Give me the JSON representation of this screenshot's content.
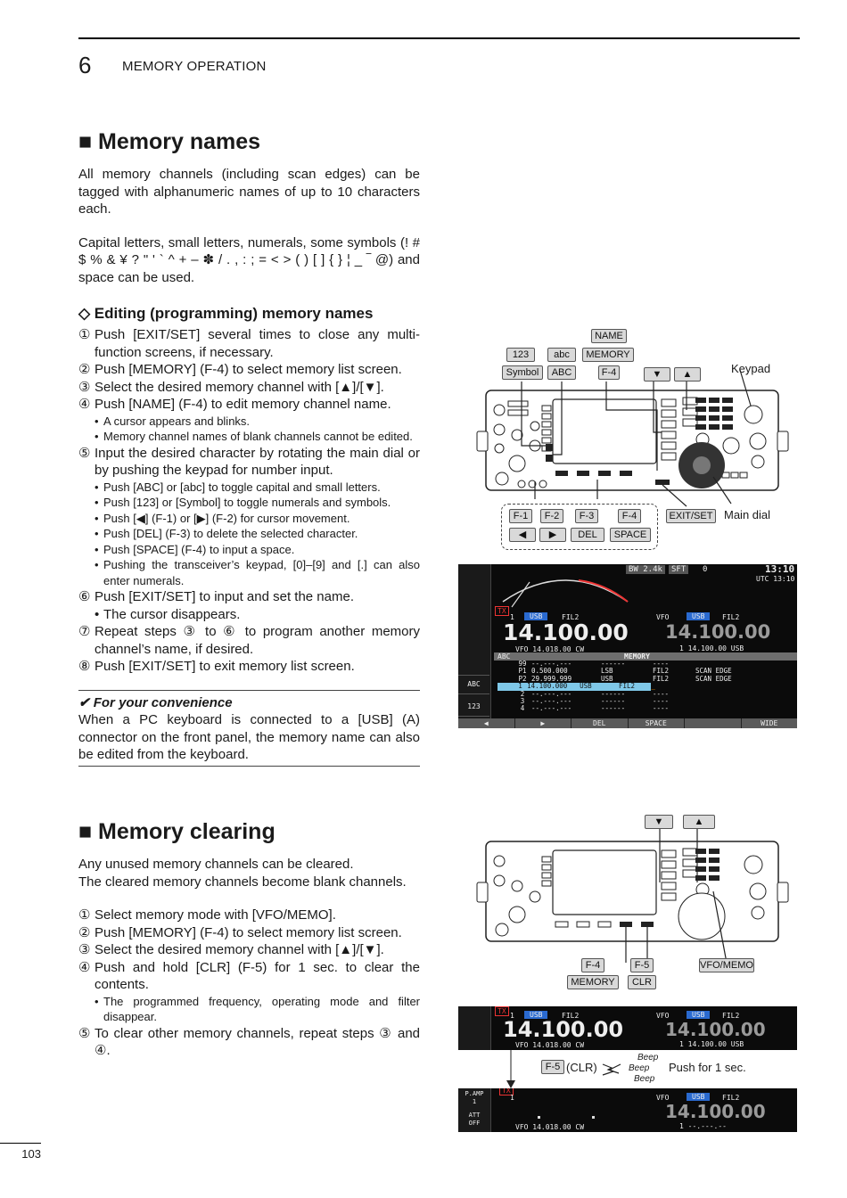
{
  "header": {
    "chapter_number": "6",
    "chapter_title": "MEMORY OPERATION"
  },
  "section1": {
    "title": "■ Memory names",
    "para1": "All memory channels (including scan edges) can be tagged with alphanumeric names of up to 10 characters each.",
    "para2": "Capital letters, small letters, numerals, some symbols (! # $ % & ¥ ? \" ' ` ^ + – ✽ / . , : ; = < > ( ) [ ] { } ¦ _ ‾ @) and space can be used.",
    "sub_title": "◇ Editing (programming) memory names",
    "steps": [
      {
        "num": "①",
        "text": "Push [EXIT/SET] several times to close any multi-function screens, if necessary."
      },
      {
        "num": "②",
        "text": "Push [MEMORY] (F-4) to select memory list screen."
      },
      {
        "num": "③",
        "text": "Select the desired memory channel with [▲]/[▼]."
      },
      {
        "num": "④",
        "text": "Push [NAME] (F-4) to edit memory channel name."
      },
      {
        "num": "⑤",
        "text": "Input the desired character by rotating the main dial or by pushing the keypad for number input."
      },
      {
        "num": "⑥",
        "text": "Push [EXIT/SET] to input and set the name."
      },
      {
        "num": "⑦",
        "text": "Repeat steps ③ to ⑥ to program another memory channel’s name, if desired."
      },
      {
        "num": "⑧",
        "text": "Push [EXIT/SET] to exit memory list screen."
      }
    ],
    "bullets4": [
      "A cursor appears and blinks.",
      "Memory channel names of blank channels cannot be edited."
    ],
    "bullets5": [
      "Push [ABC] or [abc] to toggle capital and small letters.",
      "Push [123] or [Symbol] to toggle numerals and symbols.",
      "Push [◀] (F-1) or [▶] (F-2) for cursor movement.",
      "Push [DEL] (F-3) to delete the selected character.",
      "Push [SPACE] (F-4) to input a space.",
      "Pushing the transceiver’s keypad, [0]–[9] and [.] can also enter numerals."
    ],
    "bullet6": "The cursor disappears.",
    "convenience_title": "✔ For your convenience",
    "convenience_text": "When a PC keyboard is connected to a [USB] (A) connector on the front panel, the memory name can also be edited from the keyboard."
  },
  "section2": {
    "title": "■ Memory clearing",
    "para1": "Any unused memory channels can be cleared.",
    "para2": "The cleared memory channels become blank channels.",
    "steps": [
      {
        "num": "①",
        "text": "Select memory mode with [VFO/MEMO]."
      },
      {
        "num": "②",
        "text": "Push [MEMORY] (F-4) to select memory list screen."
      },
      {
        "num": "③",
        "text": "Select the desired memory channel with [▲]/[▼]."
      },
      {
        "num": "④",
        "text": "Push and hold [CLR] (F-5) for 1 sec. to clear the contents."
      },
      {
        "num": "⑤",
        "text": "To clear other memory channels, repeat steps ③ and ④."
      }
    ],
    "bullet4": "The programmed frequency, operating mode and filter disappear."
  },
  "fig1": {
    "keys": {
      "k123": "123",
      "abc": "abc",
      "name": "NAME",
      "symbol": "Symbol",
      "ABC": "ABC",
      "memory": "MEMORY",
      "f4": "F-4",
      "down": "▼",
      "up": "▲"
    },
    "keypad_label": "Keypad",
    "main_dial_label": "Main dial",
    "bottom_keys": {
      "f1": "F-1",
      "f2": "F-2",
      "f3": "F-3",
      "f4": "F-4",
      "left": "◀",
      "right": "▶",
      "del": "DEL",
      "space": "SPACE",
      "exitset": "EXIT/SET"
    }
  },
  "lcd1": {
    "bw": "BW 2.4k",
    "sft": "SFT",
    "zero": "0",
    "time": "13:10",
    "utc": "UTC 13:10",
    "tx": "TX",
    "ch1": "1",
    "mode_usb": "USB",
    "fil2": "FIL2",
    "freq": "14.100.00",
    "sub": "VFO 14.018.00 CW",
    "vfo": "VFO",
    "usb_r": "USB",
    "fil2_r": "FIL2",
    "freq_r": "14.100.00",
    "sub_r": "1 14.100.00 USB",
    "abc_tag": "ABC",
    "memory_title": "MEMORY",
    "rows": [
      {
        "ch": "99",
        "freq": "--.---.---",
        "mode": "------",
        "fil": "----",
        "name": ""
      },
      {
        "ch": "P1",
        "freq": "0.500.000",
        "mode": "LSB",
        "fil": "FIL2",
        "name": "SCAN EDGE"
      },
      {
        "ch": "P2",
        "freq": "29.999.999",
        "mode": "USB",
        "fil": "FIL2",
        "name": "SCAN EDGE"
      },
      {
        "ch": "1",
        "freq": "14.100.000",
        "mode": "USB",
        "fil": "FIL2",
        "name": "_"
      },
      {
        "ch": "2",
        "freq": "--.---.---",
        "mode": "------",
        "fil": "----",
        "name": ""
      },
      {
        "ch": "3",
        "freq": "--.---.---",
        "mode": "------",
        "fil": "----",
        "name": ""
      },
      {
        "ch": "4",
        "freq": "--.---.---",
        "mode": "------",
        "fil": "----",
        "name": ""
      }
    ],
    "side_abc": "ABC",
    "side_123": "123",
    "fkeys": [
      "◀",
      "▶",
      "DEL",
      "SPACE",
      "",
      "WIDE"
    ]
  },
  "fig2": {
    "keys": {
      "down": "▼",
      "up": "▲",
      "f4": "F-4",
      "f5": "F-5",
      "vfomemo": "VFO/MEMO",
      "memory": "MEMORY",
      "clr": "CLR"
    }
  },
  "lcd2": {
    "tx": "TX",
    "ch1": "1",
    "usb": "USB",
    "fil2": "FIL2",
    "freq": "14.100.00",
    "sub": "VFO 14.018.00 CW",
    "vfo": "VFO",
    "usb_r": "USB",
    "fil2_r": "FIL2",
    "freq_r": "14.100.00",
    "sub_r": "1 14.100.00 USB"
  },
  "clr_note": {
    "f5": "F-5",
    "clr": "(CLR)",
    "beep": "Beep",
    "push": "Push for 1 sec."
  },
  "lcd3": {
    "pamp": "P.AMP",
    "pamp_val": "1",
    "att": "ATT",
    "att_val": "OFF",
    "tx": "TX",
    "ch1": "1",
    "vfo": "VFO",
    "usb_r": "USB",
    "fil2_r": "FIL2",
    "freq_r": "14.100.00",
    "sub": "VFO 14.018.00 CW",
    "sub_r": "1 --.---.--"
  },
  "page_number": "103"
}
